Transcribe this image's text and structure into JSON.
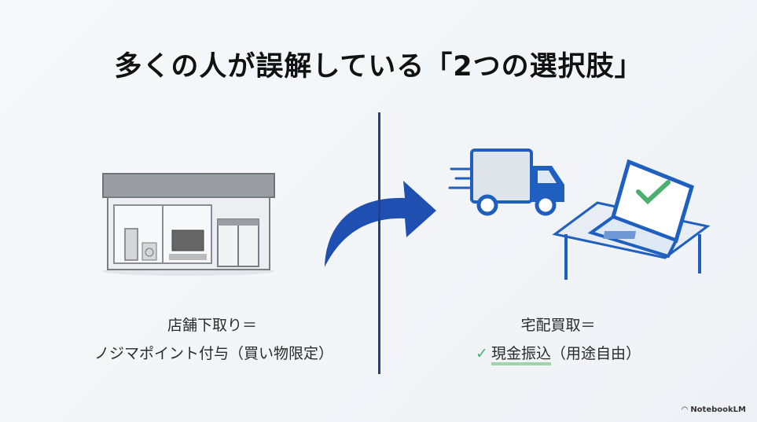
{
  "title": "多くの人が誤解している「2つの選択肢」",
  "left": {
    "line1": "店舗下取り＝",
    "line2": "ノジマポイント付与（買い物限定）"
  },
  "right": {
    "line1": "宅配買取＝",
    "highlight": "現金振込",
    "rest": "（用途自由）",
    "check": "✓"
  },
  "branding": "NotebookLM",
  "colors": {
    "accent": "#1f4fb0",
    "divider": "#1f3f8f",
    "check": "#4caf70"
  }
}
